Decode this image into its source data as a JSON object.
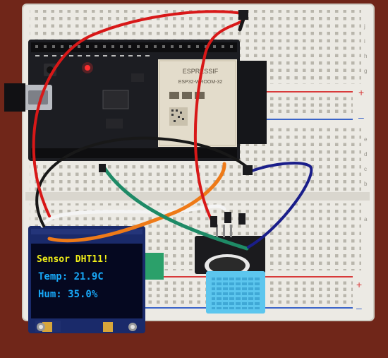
{
  "oled": {
    "line1": "Sensor DHT11!",
    "line2": "Temp: 21.9C",
    "line3": "Hum: 35.0%"
  },
  "esp32": {
    "brand": "ESPRESSIF",
    "model": "ESP32-WROOM-32"
  },
  "colors": {
    "table": "#6b2418",
    "breadboard": "#eceae4",
    "board_pcb": "#1c1d22",
    "oled_screen": "#050820",
    "oled_text_yellow": "#f2f018",
    "oled_text_blue": "#18a8f8",
    "sensor_blue": "#5cc6ee",
    "rail_red": "#d83a3a",
    "rail_blue": "#3a64c8",
    "wire_red": "#d81818",
    "wire_black": "#181818",
    "wire_navy": "#1a1e8a",
    "wire_green": "#1e8a66",
    "wire_white": "#f4f4f4",
    "wire_orange": "#ee7a18"
  }
}
